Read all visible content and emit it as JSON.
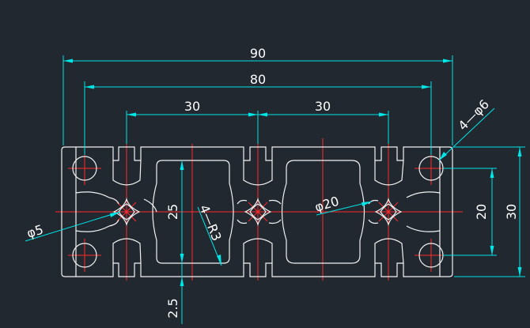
{
  "dimensions": {
    "overall_width": "90",
    "hole_span": "80",
    "slot_pitch_left": "30",
    "slot_pitch_right": "30",
    "hole_callout": "4—φ6",
    "small_bore": "φ5",
    "pocket_height": "25",
    "corner_radius": "4—R3",
    "center_bore": "φ20",
    "hole_pitch_vertical": "20",
    "overall_height": "30",
    "wall_thickness": "2.5"
  },
  "colors": {
    "background": "#212830",
    "dimension_lines": "#00e5e5",
    "centerlines": "#ff2a2a",
    "outline": "#f2f2f2",
    "text": "#ffffff"
  }
}
